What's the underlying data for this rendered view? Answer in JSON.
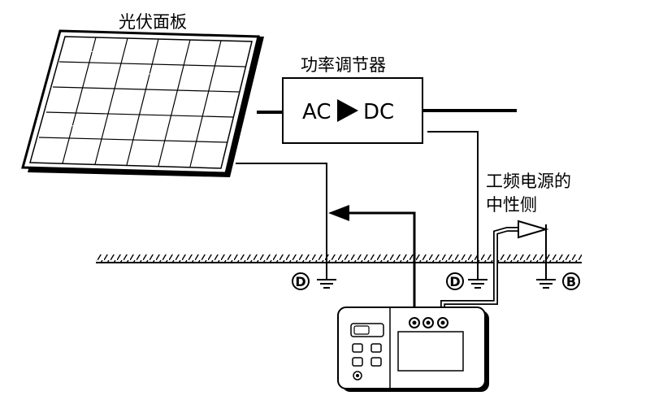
{
  "labels": {
    "panel": "光伏面板",
    "regulator": "功率调节器",
    "ac": "AC",
    "dc": "DC",
    "source_line1": "工频电源的",
    "source_line2": "中性侧",
    "ground_d1": "D",
    "ground_d2": "D",
    "ground_b": "B"
  }
}
